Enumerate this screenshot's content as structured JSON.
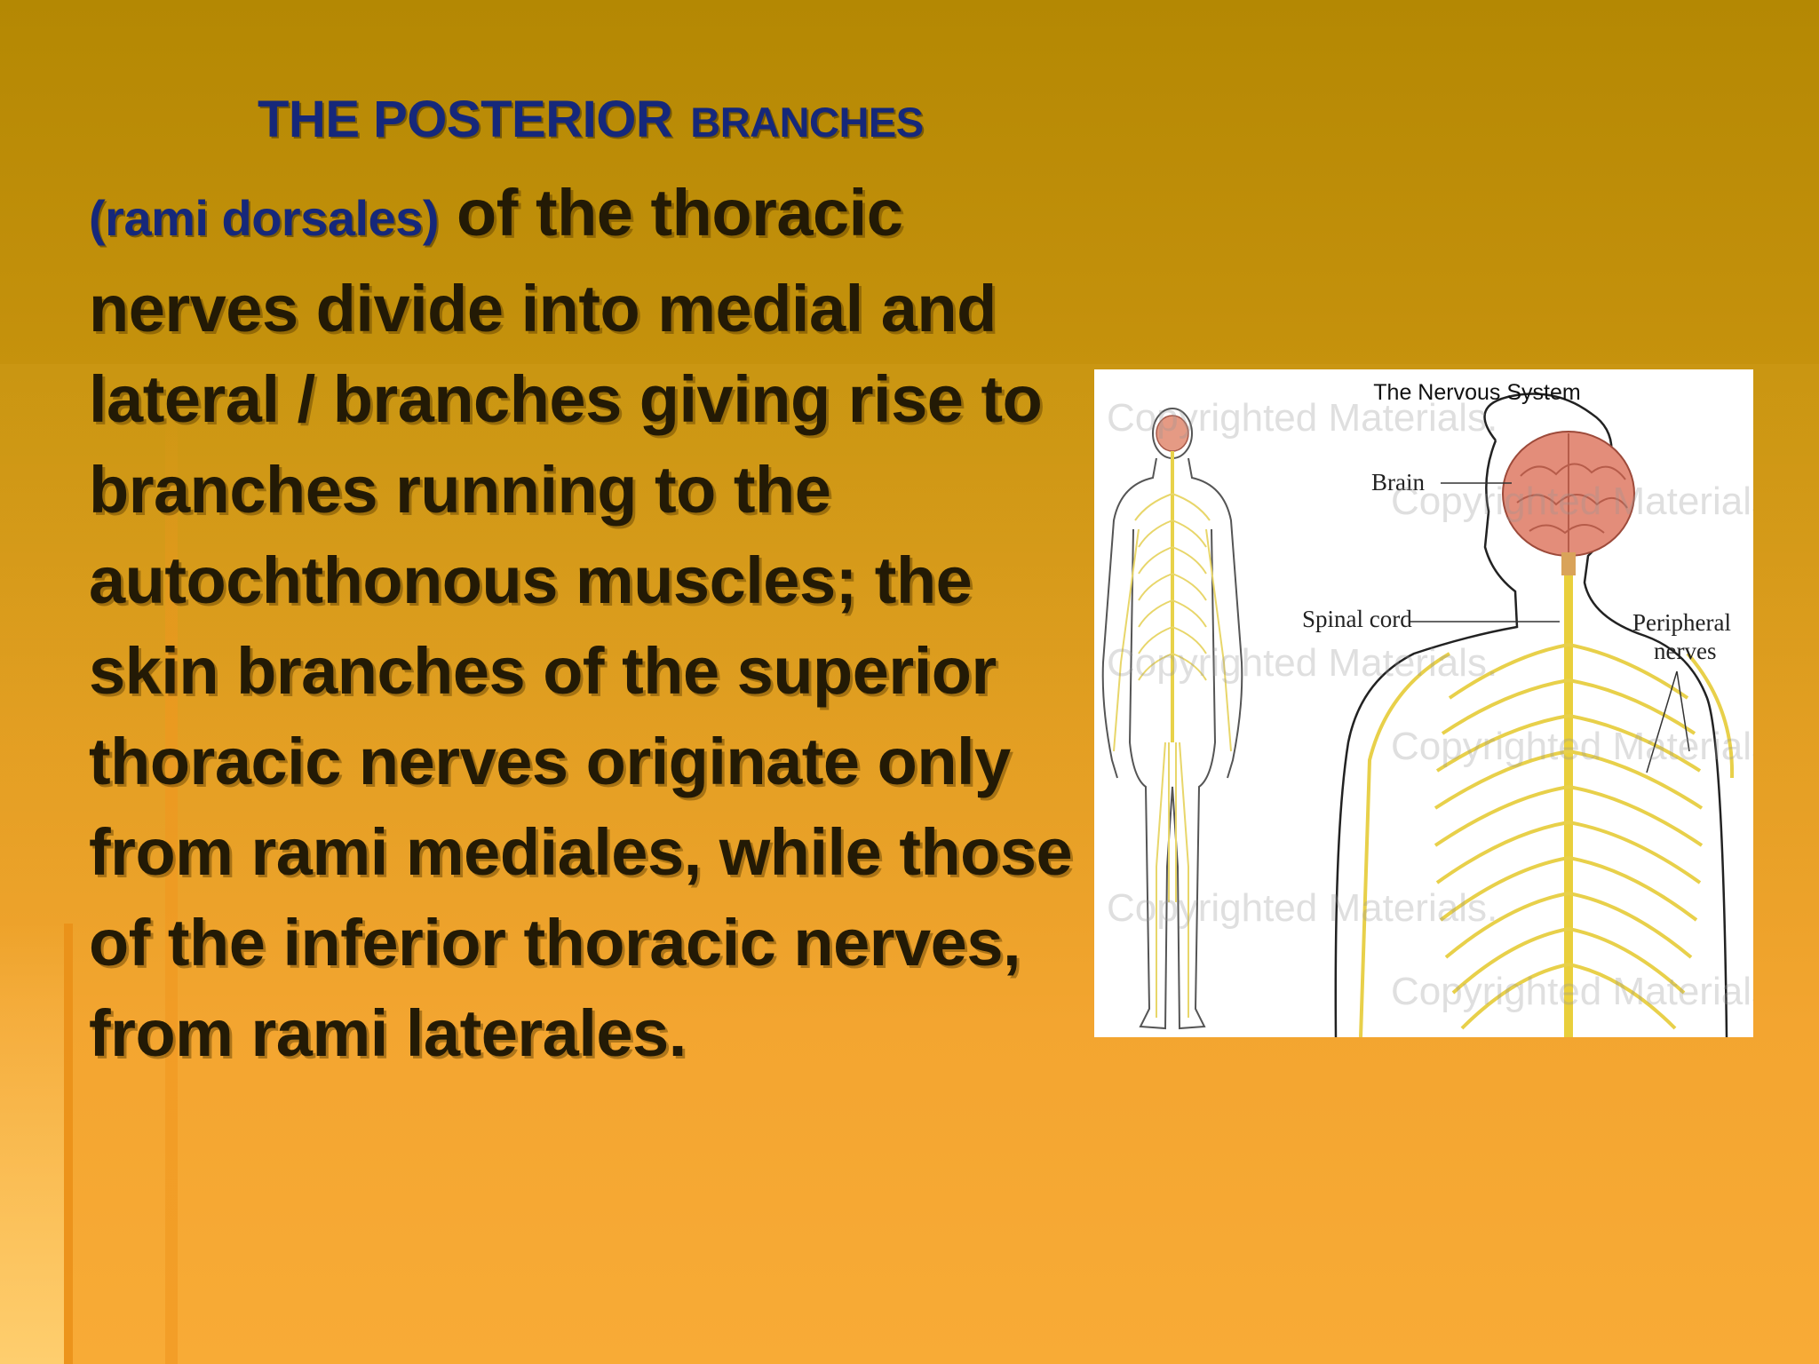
{
  "slide": {
    "title_part1": "THE POSTERIOR",
    "title_part2": "BRANCHES",
    "title_part3": "(rami dorsales)",
    "body_text": " of the thoracic nerves divide into medial and lateral / branches giving rise to branches running to the autochthonous muscles; the skin branches of the superior thoracic nerves originate only from rami mediales, while those of the inferior thoracic nerves, from rami laterales.",
    "colors": {
      "title": "#16287a",
      "body": "#231a05",
      "background": "#c8930e"
    }
  },
  "figure": {
    "title": "The Nervous System",
    "labels": {
      "brain": "Brain",
      "spinal_cord": "Spinal cord",
      "peripheral_1": "Peripheral",
      "peripheral_2": "nerves"
    },
    "watermark": "Copyrighted Materials."
  }
}
